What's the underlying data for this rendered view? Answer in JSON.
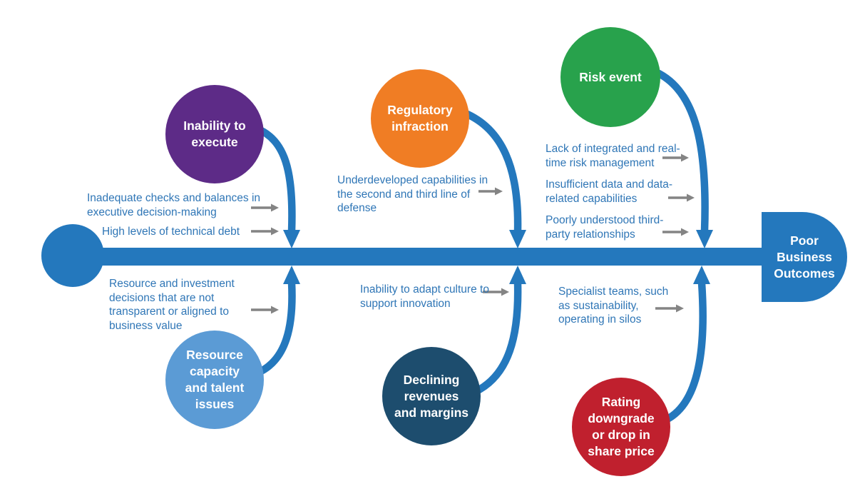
{
  "diagram": {
    "type": "fishbone-cause-effect",
    "outcome": {
      "label": "Poor Business Outcomes",
      "label_lines": [
        "Poor",
        "Business",
        "Outcomes"
      ]
    },
    "colors": {
      "spine_blue": "#2478BD",
      "connector_blue": "#2478BD",
      "cause_text_blue": "#2F76B6",
      "arrow_gray": "#848484",
      "factor_purple": "#5D2B87",
      "factor_orange": "#F07D24",
      "factor_green": "#28A24C",
      "factor_light_blue": "#5B9BD5",
      "factor_navy": "#1D4D6E",
      "factor_red": "#C0202E"
    },
    "factors": [
      {
        "id": "inability-to-execute",
        "label": "Inability to execute",
        "label_lines": [
          "Inability to",
          "execute"
        ],
        "position": "top-left",
        "color": "#5D2B87"
      },
      {
        "id": "regulatory-infraction",
        "label": "Regulatory infraction",
        "label_lines": [
          "Regulatory",
          "infraction"
        ],
        "position": "top-middle",
        "color": "#F07D24"
      },
      {
        "id": "risk-event",
        "label": "Risk event",
        "label_lines": [
          "Risk event"
        ],
        "position": "top-right",
        "color": "#28A24C"
      },
      {
        "id": "resource-capacity-talent-issues",
        "label": "Resource capacity and talent issues",
        "label_lines": [
          "Resource",
          "capacity",
          "and talent",
          "issues"
        ],
        "position": "bottom-left",
        "color": "#5B9BD5"
      },
      {
        "id": "declining-revenues-margins",
        "label": "Declining revenues and margins",
        "label_lines": [
          "Declining",
          "revenues",
          "and margins"
        ],
        "position": "bottom-middle",
        "color": "#1D4D6E"
      },
      {
        "id": "rating-downgrade-share-price",
        "label": "Rating downgrade or drop in share price",
        "label_lines": [
          "Rating",
          "downgrade",
          "or drop in",
          "share price"
        ],
        "position": "bottom-right",
        "color": "#C0202E"
      }
    ],
    "causes": [
      {
        "id": "inadequate-checks",
        "lines": [
          "Inadequate checks and balances in",
          "executive decision-making"
        ]
      },
      {
        "id": "technical-debt",
        "lines": [
          "High levels of technical debt"
        ]
      },
      {
        "id": "resource-investment-decisions",
        "lines": [
          "Resource and investment",
          "decisions that are not",
          "transparent or aligned to",
          "business value"
        ]
      },
      {
        "id": "underdeveloped-capabilities",
        "lines": [
          "Underdeveloped capabilities in",
          "the second and third line of",
          "defense"
        ]
      },
      {
        "id": "inability-adapt-culture",
        "lines": [
          "Inability to adapt culture to",
          "support innovation"
        ]
      },
      {
        "id": "lack-integrated-risk-mgmt",
        "lines": [
          "Lack of integrated and real-",
          "time risk management"
        ]
      },
      {
        "id": "insufficient-data",
        "lines": [
          "Insufficient data and data-",
          "related capabilities"
        ]
      },
      {
        "id": "poorly-understood-third-party",
        "lines": [
          "Poorly understood third-",
          "party relationships"
        ]
      },
      {
        "id": "specialist-teams-silos",
        "lines": [
          "Specialist teams, such",
          "as sustainability,",
          "operating in silos"
        ]
      }
    ]
  }
}
